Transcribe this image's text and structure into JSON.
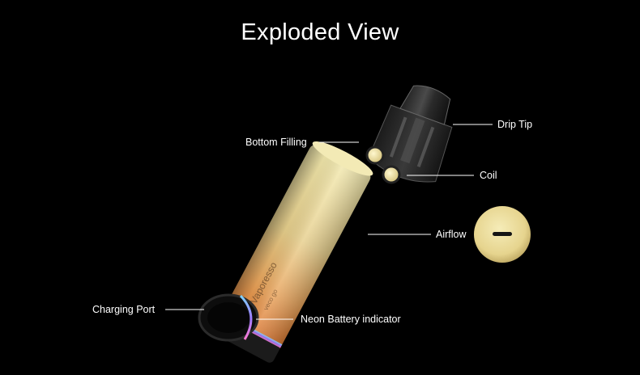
{
  "header": {
    "title": "Exploded View"
  },
  "callouts": {
    "drip_tip": "Drip Tip",
    "bottom_filling": "Bottom Filling",
    "coil": "Coil",
    "airflow": "Airflow",
    "charging_port": "Charging Port",
    "neon_battery": "Neon Battery indicator"
  },
  "device": {
    "brand_text": "Vaporesso",
    "model_text": "veco go"
  },
  "colors": {
    "background": "#000000",
    "body_top": "#f0e6a8",
    "body_bottom": "#e07a2a",
    "leader_line": "#ffffff",
    "neon_ring": "#8a7cff"
  }
}
